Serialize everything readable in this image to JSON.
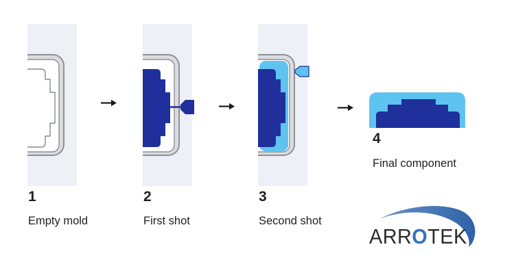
{
  "diagram": {
    "description": "Two-shot injection molding process diagram",
    "steps": [
      {
        "number": "1",
        "label": "Empty mold"
      },
      {
        "number": "2",
        "label": "First shot"
      },
      {
        "number": "3",
        "label": "Second shot"
      },
      {
        "number": "4",
        "label": "Final component"
      }
    ],
    "arrow_count": 3
  },
  "icons": {
    "arrow_right": "→",
    "injection_nozzle": "left-pointing pentagon",
    "mold": "rounded-rectangle cross-section with stepped cavity"
  },
  "logo": {
    "name": "ARROTEK",
    "segments": {
      "pre": "ARR",
      "o": "O",
      "post": "TEK"
    }
  },
  "colors": {
    "background": "#ffffff",
    "panel_band": "#eef0f7",
    "mold_fill": "#dadce0",
    "mold_line": "#8d9095",
    "cavity_line": "#85888d",
    "first_shot_navy": "#1f2f9c",
    "second_shot_cyan": "#5ec3f0",
    "text": "#1f1f1f",
    "arrow": "#1a1a1a",
    "logo_text": "#2b2b2b",
    "logo_o_blue": "#3273b8",
    "logo_swoosh_left": "#6a93c8",
    "logo_swoosh_right": "#2e62a6"
  }
}
